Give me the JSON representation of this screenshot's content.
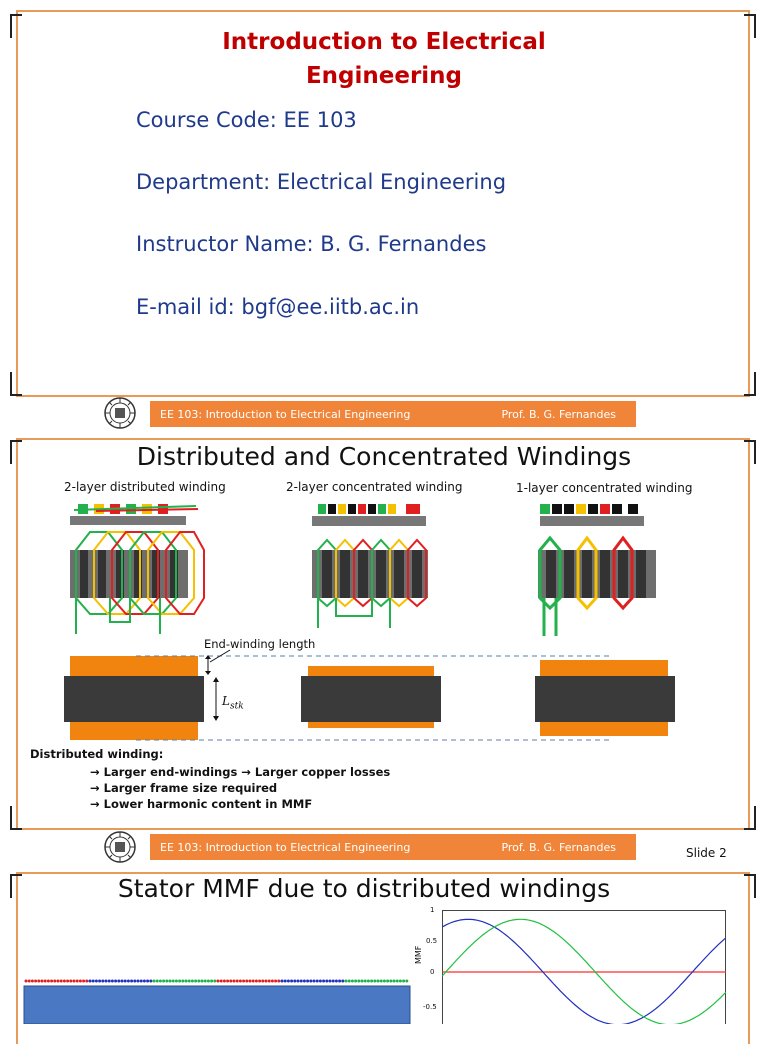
{
  "slide1": {
    "title_line1": "Introduction to Electrical",
    "title_line2": "Engineering",
    "course_code": "Course Code: EE 103",
    "department": "Department: Electrical Engineering",
    "instructor": "Instructor Name: B. G. Fernandes",
    "email": "E-mail id: bgf@ee.iitb.ac.in"
  },
  "footer": {
    "course": "EE 103: Introduction to Electrical Engineering",
    "professor": "Prof.  B. G. Fernandes"
  },
  "slide2": {
    "title": "Distributed and Concentrated Windings",
    "label_distributed": "2-layer distributed winding",
    "label_conc2": "2-layer concentrated winding",
    "label_conc1": "1-layer concentrated winding",
    "end_winding": "End-winding length",
    "lstk": "L",
    "lstk_sub": "stk",
    "note_heading": "Distributed winding:",
    "notes": [
      "→ Larger end-windings → Larger copper losses",
      "→ Larger frame size required",
      "→ Lower harmonic content in MMF"
    ],
    "slide_number": "Slide  2"
  },
  "slide3": {
    "title": "Stator MMF due to distributed windings",
    "ylabel": "MMF",
    "ticks": [
      "1",
      "0.5",
      "0",
      "-0.5"
    ]
  },
  "colors": {
    "title_red": "#c00000",
    "info_blue": "#1f3a8a",
    "orange": "#f0853a",
    "core_gray": "#404040",
    "coil_green": "#22b14c",
    "coil_yellow": "#f5c000",
    "coil_red": "#e02020"
  }
}
